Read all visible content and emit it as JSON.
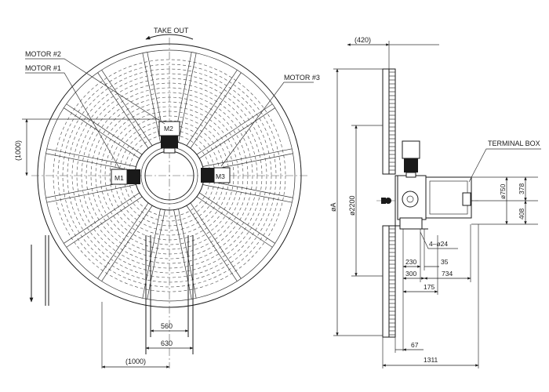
{
  "labels": {
    "take_out": "TAKE OUT",
    "motor2": "MOTOR #2",
    "motor1": "MOTOR #1",
    "motor3": "MOTOR #3",
    "terminal_box": "TERMINAL BOX",
    "m1": "M1",
    "m2": "M2",
    "m3": "M3"
  },
  "front_dims": {
    "left_1000": "(1000)",
    "d560": "560",
    "d630": "630",
    "bottom_1000": "(1000)"
  },
  "side_dims": {
    "top_420": "(420)",
    "phiA": "øA",
    "phi2200": "ø2200",
    "phi750": "ø750",
    "d378": "378",
    "d408": "408",
    "holes": "4–ø24",
    "d230": "230",
    "d35": "35",
    "d300": "300",
    "d734": "734",
    "d175": "175",
    "d67": "67",
    "d1311": "1311"
  }
}
